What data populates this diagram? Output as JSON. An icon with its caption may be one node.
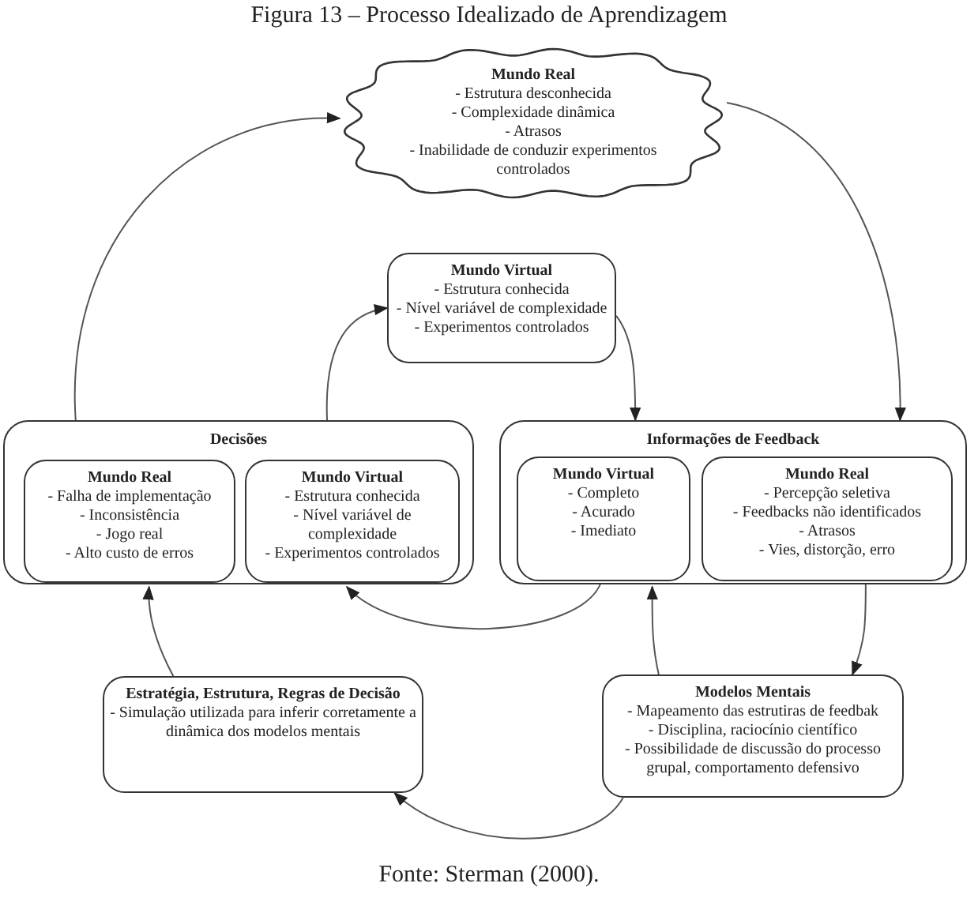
{
  "diagram": {
    "title": "Figura 13 – Processo Idealizado de Aprendizagem",
    "caption": "Fonte: Sterman (2000).",
    "nodes": [
      {
        "text": [
          "Mundo Real",
          "- Estrutura desconhecida",
          "- Complexidade dinâmica",
          "- Atrasos",
          "- Inabilidade de conduzir experimentos controlados"
        ]
      },
      {
        "text": [
          "Mundo Virtual",
          "- Estrutura conhecida",
          "- Nível variável de complexidade",
          "- Experimentos controlados"
        ]
      },
      {
        "text": [
          "Decisões"
        ]
      },
      {
        "text": [
          "Mundo Real",
          "- Falha de implementação",
          "- Inconsistência",
          "- Jogo real",
          "- Alto custo de erros"
        ],
        "in": 2
      },
      {
        "text": [
          "Mundo Virtual",
          "- Estrutura conhecida",
          "- Nível variável de complexidade",
          "- Experimentos controlados"
        ],
        "in": 2
      },
      {
        "text": [
          "Informações de Feedback"
        ]
      },
      {
        "text": [
          "Mundo Virtual",
          "- Completo",
          "- Acurado",
          "- Imediato"
        ],
        "in": 5
      },
      {
        "text": [
          "Mundo Real",
          "- Percepção seletiva",
          "- Feedbacks não identificados",
          "- Atrasos",
          "- Vies,  distorção, erro"
        ],
        "in": 5
      },
      {
        "text": [
          "Estratégia, Estrutura, Regras de Decisão",
          "- Simulação utilizada para inferir corretamente a dinâmica dos modelos mentais"
        ]
      },
      {
        "text": [
          "Modelos Mentais",
          "- Mapeamento das estrutiras de feedbak",
          "- Disciplina, raciocínio científico",
          "- Possibilidade de discussão do processo grupal, comportamento defensivo"
        ]
      }
    ],
    "edges": [
      {
        "from": 2,
        "to": 0,
        "arrow": "to"
      },
      {
        "from": 0,
        "to": 5,
        "arrow": "to"
      },
      {
        "from": 2,
        "to": 1,
        "arrow": "to"
      },
      {
        "from": 1,
        "to": 5,
        "arrow": "to"
      },
      {
        "from": 6,
        "to": 2,
        "arrow": "to"
      },
      {
        "from": 9,
        "to": 5,
        "arrow": "to"
      },
      {
        "from": 7,
        "to": 9,
        "arrow": "to"
      },
      {
        "from": 9,
        "to": 8,
        "arrow": "to"
      },
      {
        "from": 8,
        "to": 2,
        "arrow": "to"
      }
    ]
  }
}
